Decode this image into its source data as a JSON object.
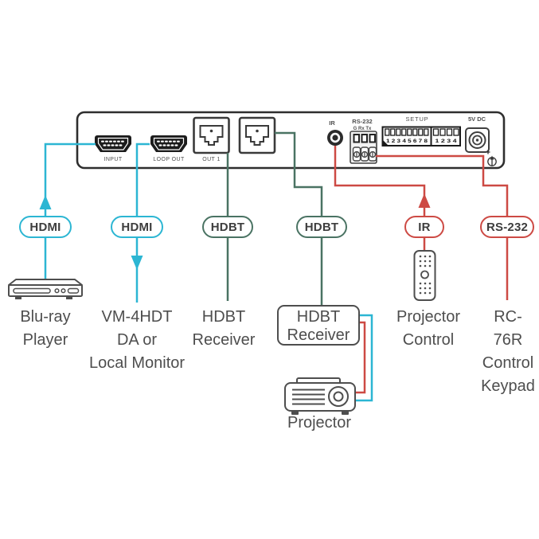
{
  "colors": {
    "hdmi_cyan": "#2cb6d3",
    "hdbt_green": "#4a7363",
    "control_red": "#cd4a44",
    "outline_dark": "#3f3f3f",
    "label_gray": "#4e4e4e"
  },
  "rear_panel": {
    "input_label": "INPUT",
    "loop_out_label": "LOOP OUT",
    "out1_label": "OUT 1",
    "ir_label": "IR",
    "rs232_label": "RS-232",
    "rs232_pins": "G Rx Tx",
    "setup_label": "SETUP",
    "dip8_numbers": "1 2 3 4 5 6 7 8",
    "dip4_numbers": "1 2 3 4",
    "power_label": "5V DC"
  },
  "cable_tags": {
    "hdmi_input": "HDMI",
    "hdmi_loop": "HDMI",
    "hdbt_out1": "HDBT",
    "hdbt_out2": "HDBT",
    "ir": "IR",
    "rs232": "RS-232"
  },
  "devices": {
    "bluray_player": "Blu-ray\nPlayer",
    "vm4hdt": "VM-4HDT\nDA or\nLocal Monitor",
    "hdbt_receiver_1": "HDBT\nReceiver",
    "hdbt_receiver_2": "HDBT\nReceiver",
    "projector": "Projector",
    "projector_control": "Projector\nControl",
    "rc76r_keypad": "RC-76R\nControl\nKeypad"
  }
}
